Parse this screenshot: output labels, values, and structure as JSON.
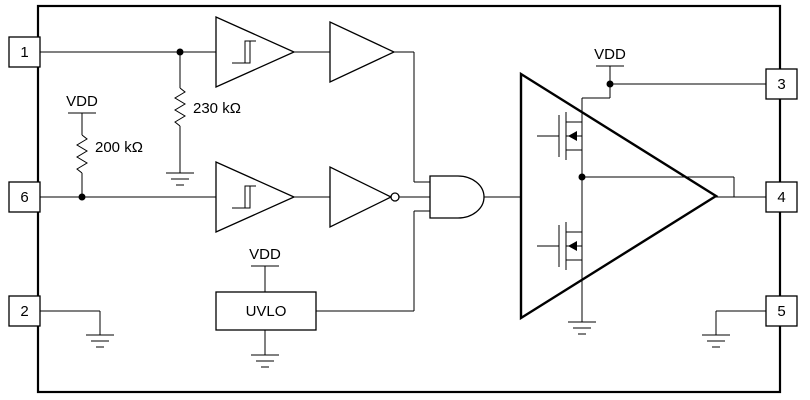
{
  "labels": {
    "vdd": "VDD",
    "r_pullup": "200 kΩ",
    "r_pulldown": "230 kΩ",
    "uvlo": "UVLO"
  },
  "pins": {
    "p1": "1",
    "p2": "2",
    "p3": "3",
    "p4": "4",
    "p5": "5",
    "p6": "6"
  }
}
